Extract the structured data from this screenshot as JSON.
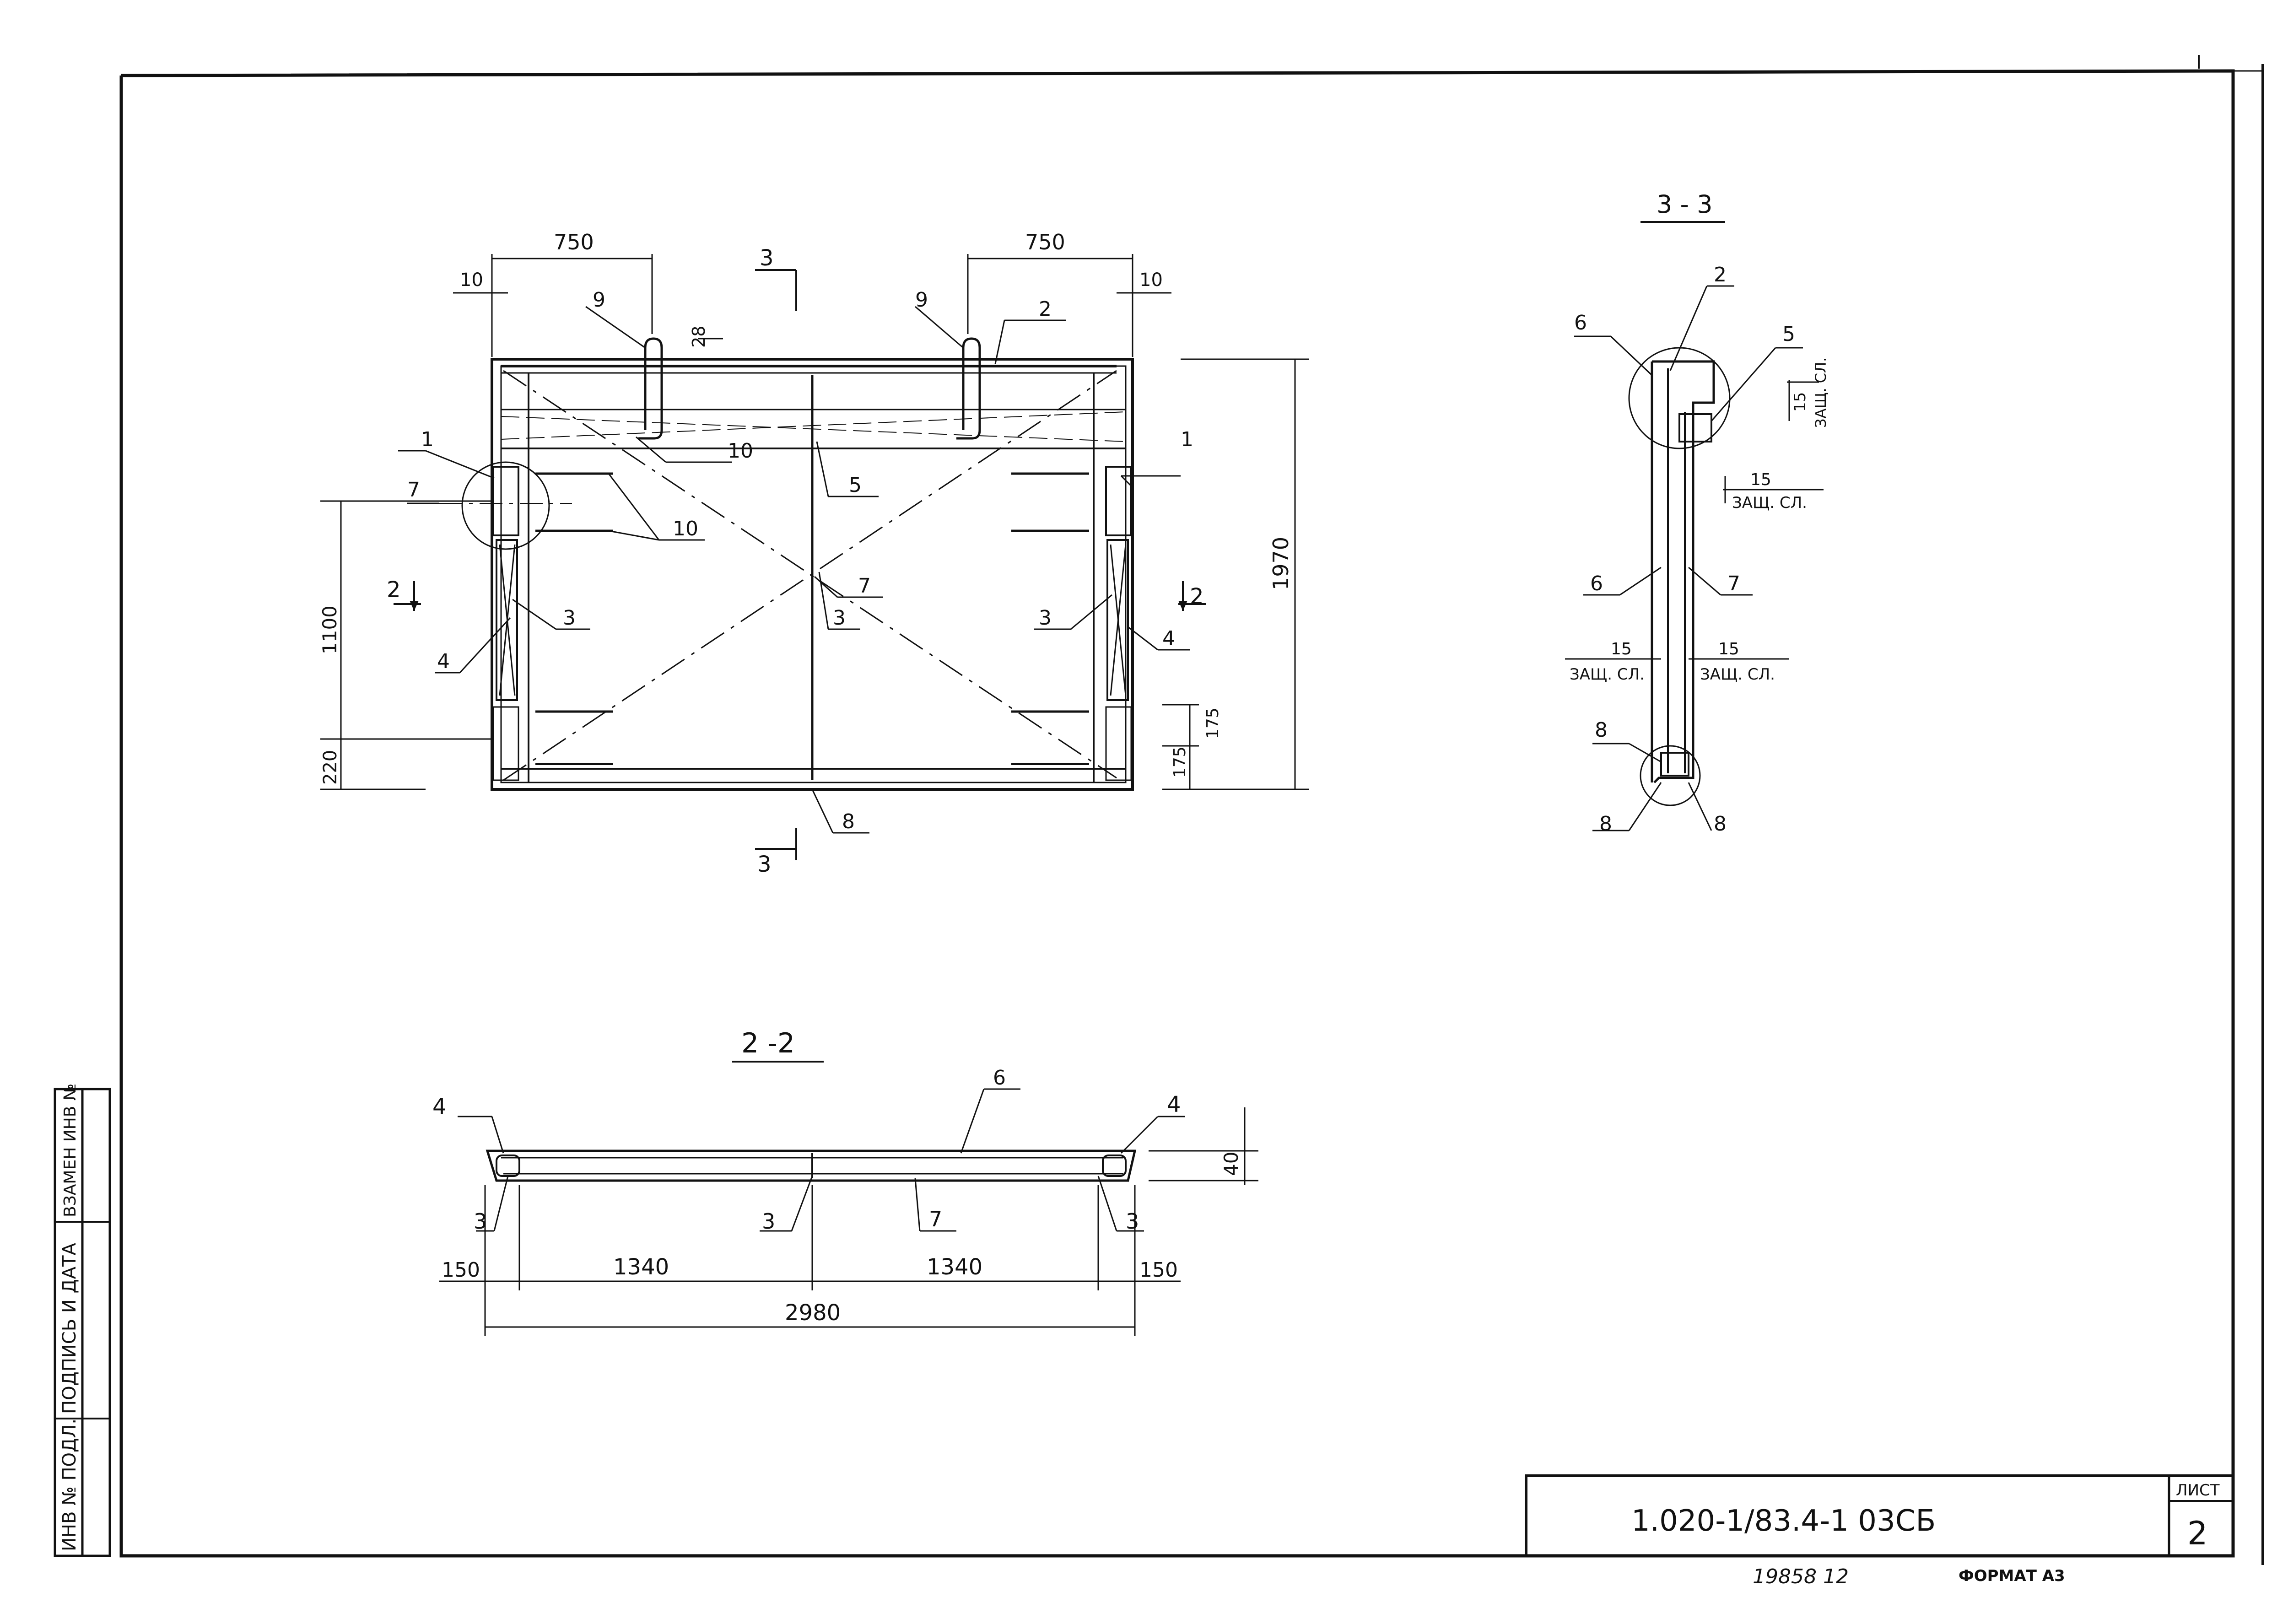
{
  "plan": {
    "dims": {
      "top_left_750": "750",
      "top_right_750": "750",
      "top_left_10": "10",
      "top_right_10": "10",
      "loop_28": "28",
      "height_1970": "1970",
      "left_1100": "1100",
      "left_220": "220",
      "right_175_top": "175",
      "right_175_bottom": "175"
    },
    "marks": {
      "m9_left": "9",
      "m9_right": "9",
      "m2": "2",
      "m1_left": "1",
      "m1_right": "1",
      "m7_left": "7",
      "m7_center": "7",
      "m10_top": "10",
      "m10_left": "10",
      "m5": "5",
      "m3_left": "3",
      "m3_center": "3",
      "m3_right": "3",
      "m4_left": "4",
      "m4_right": "4",
      "m8": "8"
    },
    "section_marks": {
      "s3_top": "3",
      "s3_bottom": "3",
      "s2_left": "2",
      "s2_right": "2"
    }
  },
  "section_33": {
    "title": "3 - 3",
    "marks": {
      "m2": "2",
      "m5": "5",
      "m6_top": "6",
      "m6_mid": "6",
      "m7": "7",
      "m8_left": "8",
      "m8_mid": "8",
      "m8_right": "8"
    },
    "cover": {
      "c1_value": "15",
      "c1_label": "ЗАЩ. СЛ.",
      "c2_value": "15",
      "c2_label": "ЗАЩ. СЛ.",
      "c3_value": "15",
      "c3_label": "ЗАЩ. СЛ.",
      "c4_value": "15",
      "c4_label": "ЗАЩ. СЛ."
    }
  },
  "section_22": {
    "title": "2 -2",
    "marks": {
      "m4_left": "4",
      "m4_right": "4",
      "m6": "6",
      "m3_left": "3",
      "m3_center": "3",
      "m3_right": "3",
      "m7": "7"
    },
    "dims": {
      "d150_left": "150",
      "d1340_left": "1340",
      "d1340_right": "1340",
      "d150_right": "150",
      "d2980": "2980",
      "d40": "40"
    }
  },
  "side_stamp": {
    "cell1": "ИНВ № ПОДЛ.",
    "cell2": "ПОДПИСЬ И ДАТА",
    "cell3": "ВЗАМЕН ИНВ №"
  },
  "title_block": {
    "doc_code": "1.020-1/83.4-1 03СБ",
    "sheet_label": "ЛИСТ",
    "sheet_number": "2"
  },
  "footer": {
    "handwritten": "19858  12",
    "format": "ФОРМАТ А3"
  }
}
